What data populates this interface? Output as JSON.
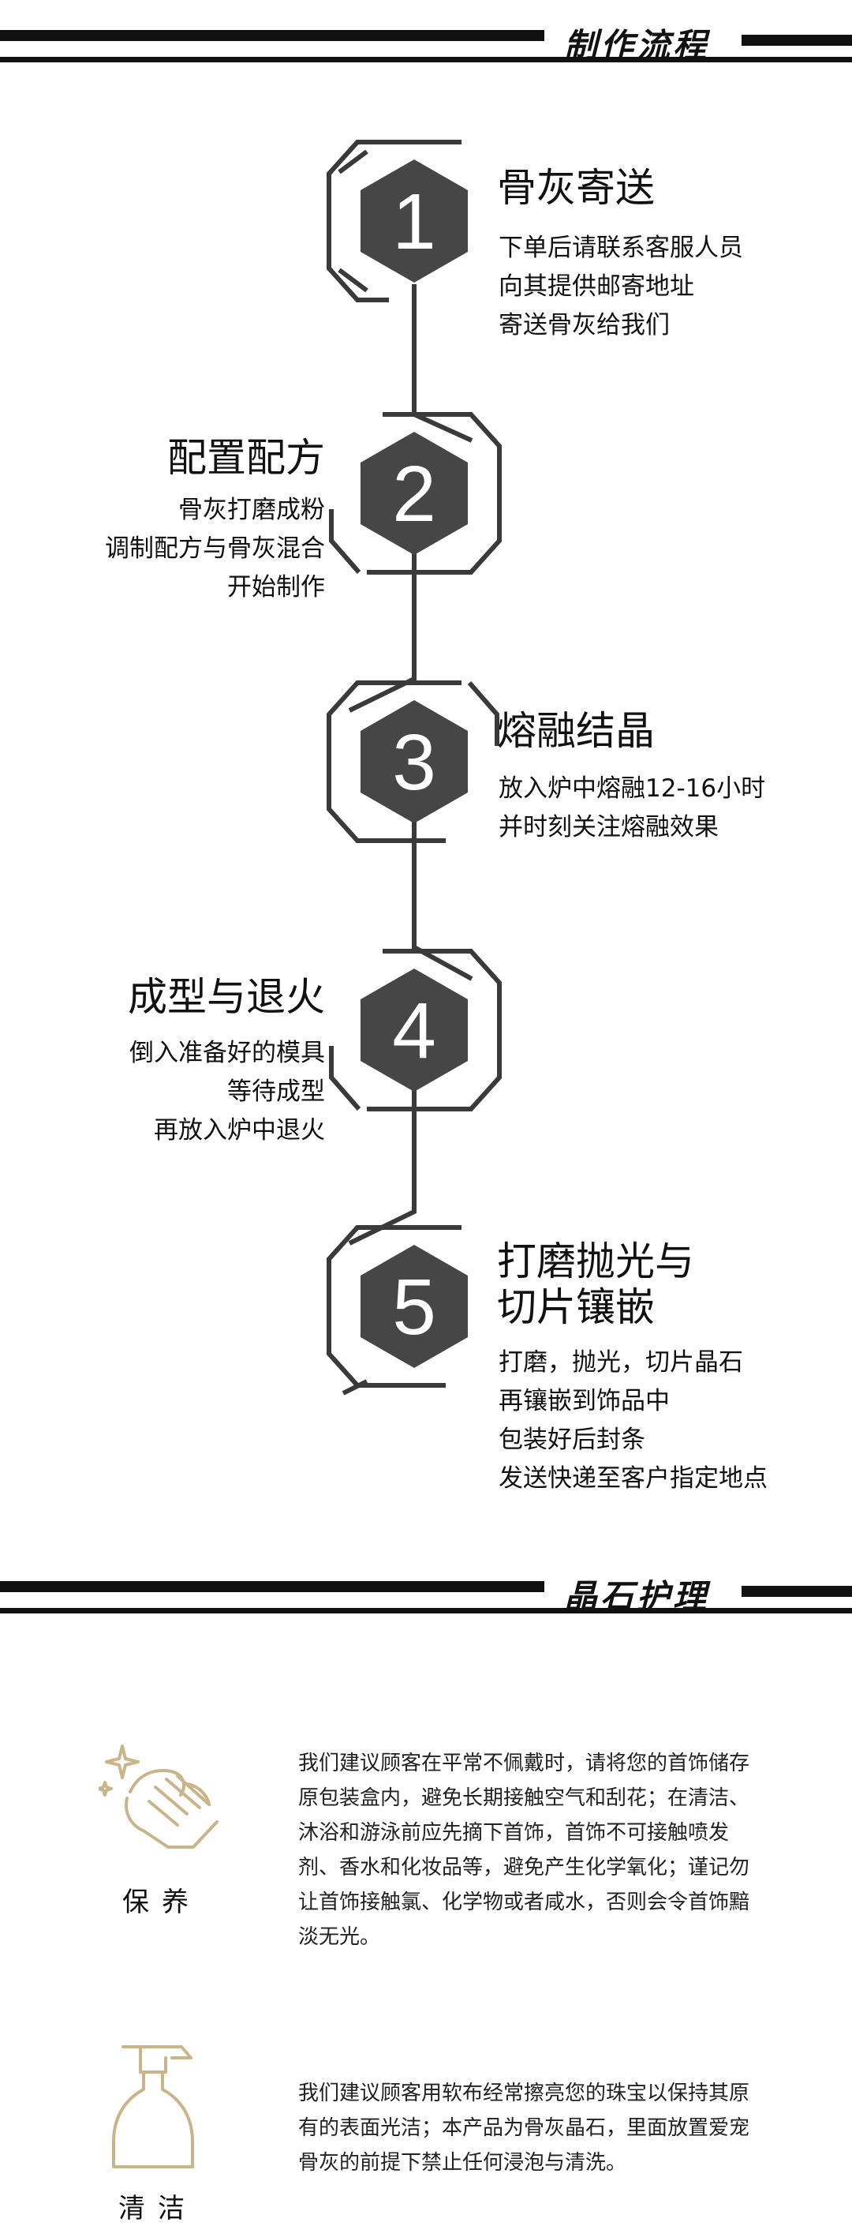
{
  "sections": {
    "process_title": "制作流程",
    "care_title": "晶石护理"
  },
  "steps": [
    {
      "number": "1",
      "title": "骨灰寄送",
      "lines": [
        "下单后请联系客服人员",
        "向其提供邮寄地址",
        "寄送骨灰给我们"
      ]
    },
    {
      "number": "2",
      "title": "配置配方",
      "lines": [
        "骨灰打磨成粉",
        "调制配方与骨灰混合",
        "开始制作"
      ]
    },
    {
      "number": "3",
      "title": "熔融结晶",
      "lines": [
        "放入炉中熔融12-16小时",
        "并时刻关注熔融效果"
      ]
    },
    {
      "number": "4",
      "title": "成型与退火",
      "lines": [
        "倒入准备好的模具",
        "等待成型",
        "再放入炉中退火"
      ]
    },
    {
      "number": "5",
      "title_lines": [
        "打磨抛光与",
        "切片镶嵌"
      ],
      "lines": [
        "打磨，抛光，切片晶石",
        "再镶嵌到饰品中",
        "包装好后封条",
        "发送快递至客户指定地点"
      ]
    }
  ],
  "care": [
    {
      "label": "保养",
      "icon": "hand-wipe-icon",
      "text": "我们建议顾客在平常不佩戴时，请将您的首饰储存原包装盒内，避免长期接触空气和刮花；在清洁、沐浴和游泳前应先摘下首饰，首饰不可接触喷发剂、香水和化妆品等，避免产生化学氧化；谨记勿让首饰接触氯、化学物或者咸水，否则会令首饰黯淡无光。"
    },
    {
      "label": "清洁",
      "icon": "spray-bottle-icon",
      "text": "我们建议顾客用软布经常擦亮您的珠宝以保持其原有的表面光洁；本产品为骨灰晶石，里面放置爱宠骨灰的前提下禁止任何浸泡与清洗。"
    }
  ],
  "colors": {
    "hexagon": "#464646",
    "icon_gold": "#c9b58a",
    "line": "#3a3a3a",
    "text": "#111111"
  }
}
